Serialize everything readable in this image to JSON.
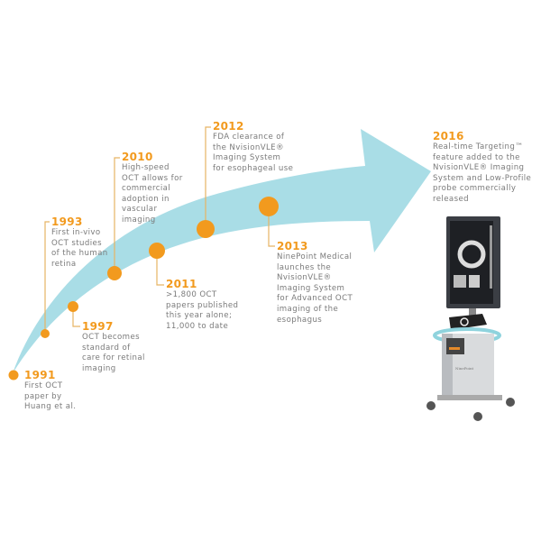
{
  "colors": {
    "arrow": "#a9dde6",
    "accent": "#f29a1e",
    "text": "#7a7a7a"
  },
  "events": [
    {
      "year": "1991",
      "lines": [
        "First OCT",
        "paper by",
        "Huang et al."
      ]
    },
    {
      "year": "1993",
      "lines": [
        "First in-vivo",
        "OCT studies",
        "of the human",
        "retina"
      ]
    },
    {
      "year": "1997",
      "lines": [
        "OCT becomes",
        "standard of",
        "care for retinal",
        "imaging"
      ]
    },
    {
      "year": "2010",
      "lines": [
        "High-speed",
        "OCT allows for",
        "commercial",
        "adoption in",
        "vascular",
        "imaging"
      ]
    },
    {
      "year": "2011",
      "lines": [
        ">1,800 OCT",
        "papers published",
        "this year alone;",
        "11,000 to date"
      ]
    },
    {
      "year": "2012",
      "lines": [
        "FDA clearance of",
        "the NvisionVLE®",
        "Imaging System",
        "for esophageal use"
      ]
    },
    {
      "year": "2013",
      "lines": [
        "NinePoint Medical",
        "launches the",
        "NvisionVLE®",
        "Imaging System",
        "for Advanced OCT",
        "imaging of the",
        "esophagus"
      ]
    },
    {
      "year": "2016",
      "lines": [
        "Real-time Targeting™",
        "feature added to the",
        "NvisionVLE® Imaging",
        "System and Low-Profile",
        "probe commercially",
        "released"
      ]
    }
  ],
  "device": {
    "brand_logo": "NinePoint"
  }
}
